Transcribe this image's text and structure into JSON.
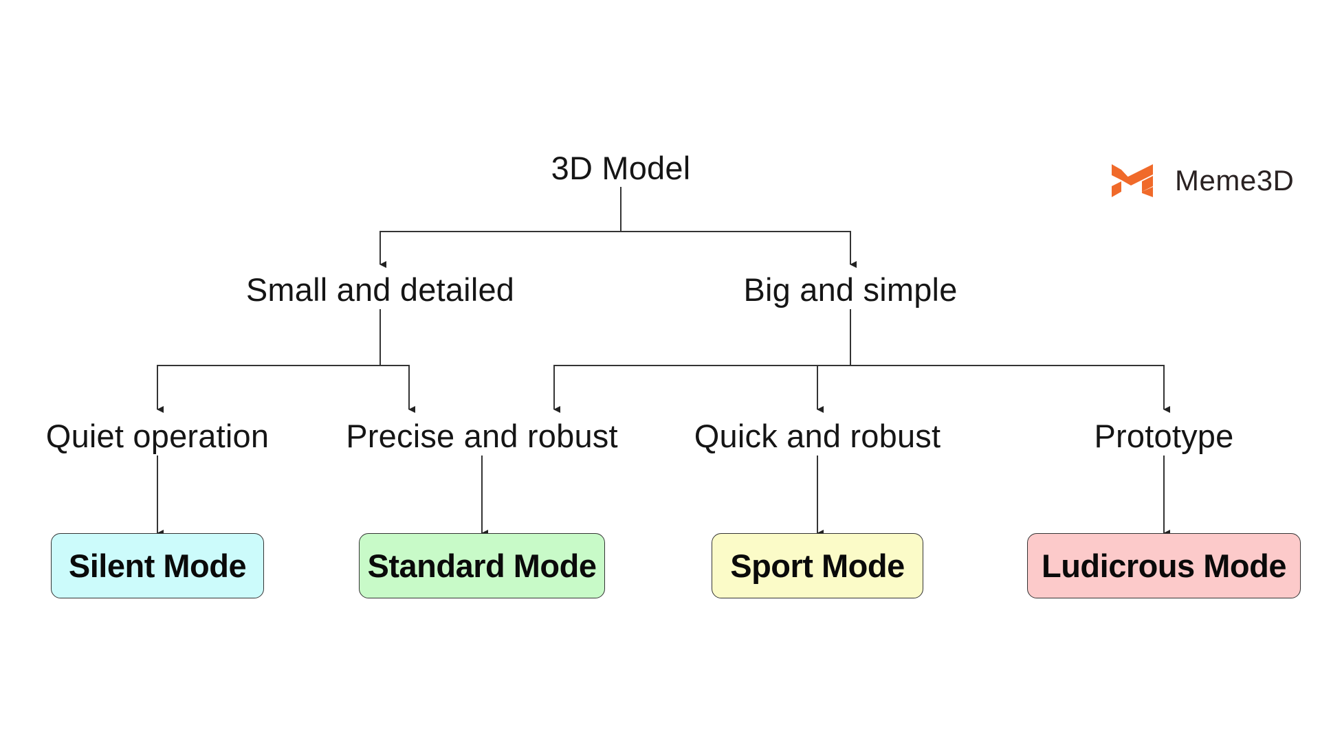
{
  "brand": {
    "name": "Meme3D",
    "icon": "meme3d-logo-icon",
    "color": "#f06a2a"
  },
  "tree": {
    "root": "3D Model",
    "level1": [
      {
        "label": "Small and detailed"
      },
      {
        "label": "Big and simple"
      }
    ],
    "level2": [
      {
        "label": "Quiet operation",
        "parent": "Small and detailed"
      },
      {
        "label": "Precise and robust",
        "parent": "Small and detailed"
      },
      {
        "label": "Quick and robust",
        "parent": "Big and simple"
      },
      {
        "label": "Prototype",
        "parent": "Big and simple"
      }
    ],
    "modes": [
      {
        "label": "Silent Mode",
        "from": "Quiet operation",
        "color": "#ccfbfb"
      },
      {
        "label": "Standard Mode",
        "from": "Precise and robust",
        "color": "#c8fac8"
      },
      {
        "label": "Sport Mode",
        "from": "Quick and robust",
        "color": "#fbfbc8"
      },
      {
        "label": "Ludicrous Mode",
        "from": "Prototype",
        "color": "#fccaca"
      }
    ],
    "extra_edges": [
      {
        "from": "Big and simple",
        "to": "Precise and robust"
      }
    ]
  }
}
